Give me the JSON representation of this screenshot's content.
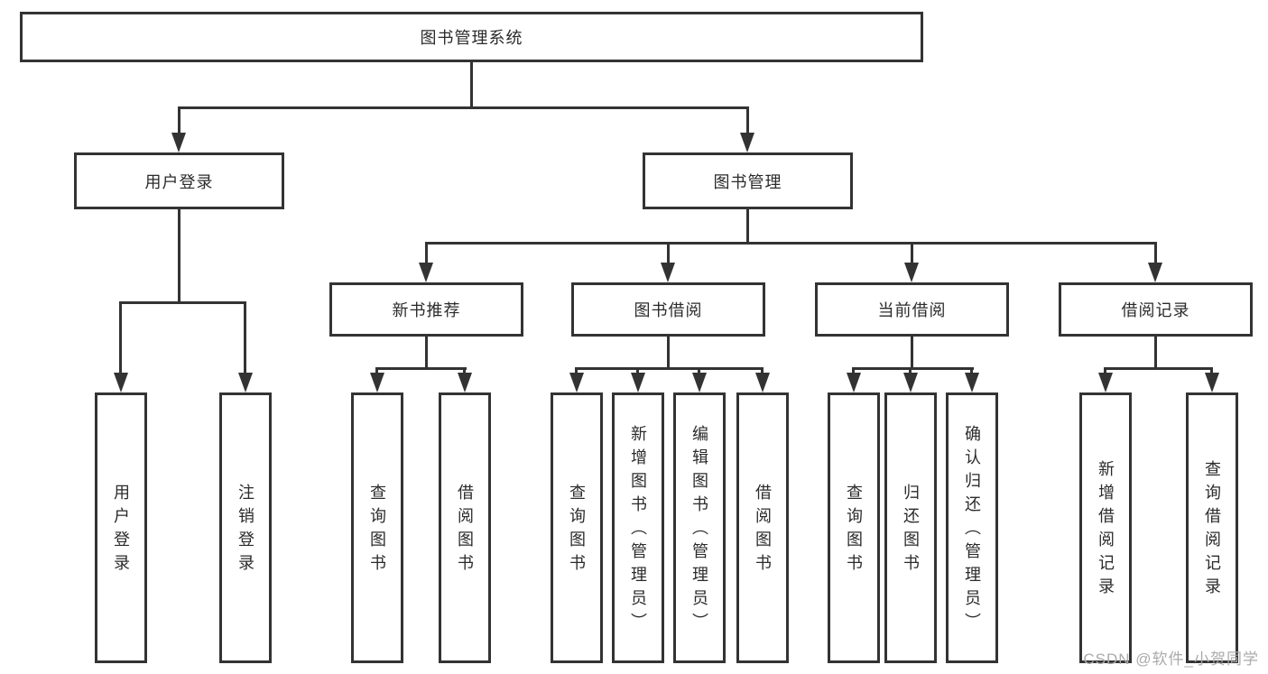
{
  "diagram": {
    "root": {
      "label": "图书管理系统"
    },
    "level2": [
      {
        "label": "用户登录"
      },
      {
        "label": "图书管理"
      }
    ],
    "level3": [
      {
        "label": "新书推荐"
      },
      {
        "label": "图书借阅"
      },
      {
        "label": "当前借阅"
      },
      {
        "label": "借阅记录"
      }
    ],
    "leaves": {
      "user_login": [
        "用户登录",
        "注销登录"
      ],
      "new_book_recommend": [
        "查询图书",
        "借阅图书"
      ],
      "book_borrow": [
        "查询图书",
        "新增图书（管理员）",
        "编辑图书（管理员）",
        "借阅图书"
      ],
      "current_borrow": [
        "查询图书",
        "归还图书",
        "确认归还（管理员）"
      ],
      "borrow_records": [
        "新增借阅记录",
        "查询借阅记录"
      ]
    }
  },
  "watermark": "CSDN @软件_小贺同学",
  "colors": {
    "line": "#333333",
    "text": "#2b2b2b",
    "watermark": "#aaaaaa",
    "background": "#ffffff"
  }
}
